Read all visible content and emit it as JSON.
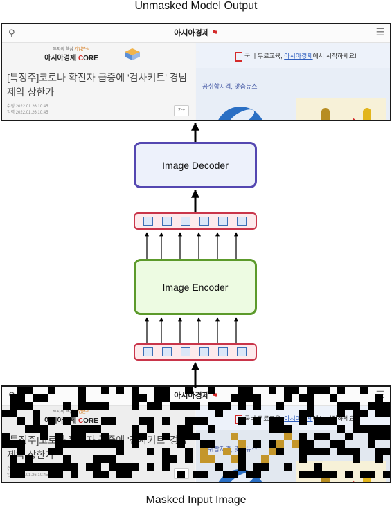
{
  "diagram": {
    "top_title": "Unmasked Model Output",
    "bottom_title": "Masked Input Image",
    "decoder_label": "Image Decoder",
    "encoder_label": "Image Encoder",
    "tokens_per_row": 6,
    "colors": {
      "decoder_border": "#5447b1",
      "decoder_fill": "#edf1fb",
      "encoder_border": "#5c9a2b",
      "encoder_fill": "#edfbe2",
      "token_row_border": "#c9354a",
      "token_row_fill": "#fdeaec",
      "token_border": "#3c6fb6",
      "token_fill": "#dbe7f8",
      "mask_black": "#000000",
      "mask_gold": "#c4962b"
    }
  },
  "screenshot": {
    "logo": "아시아경제",
    "search_icon": "search-icon",
    "menu_icon": "hamburger-menu-icon",
    "ad_line1_prefix": "투자의 핵심",
    "ad_line1_highlight": "기업분석",
    "ad_line2_prefix": "아시아경제",
    "ad_line2_brand_c": "C",
    "ad_line2_brand_rest": "ORE",
    "headline": "[특징주]코로나 확진자 급증에 '검사키트' 경남제약 상한가",
    "meta_posted": "수정 2022.01.26 10:45",
    "meta_input": "입력 2022.01.26 10:45",
    "share_label": "가+",
    "banner_prefix": "국비 무료교육,",
    "banner_highlight": "아시아경제",
    "banner_suffix": "에서 시작하세요!",
    "subheadline": "공취합지격, 맞춤뉴스"
  }
}
